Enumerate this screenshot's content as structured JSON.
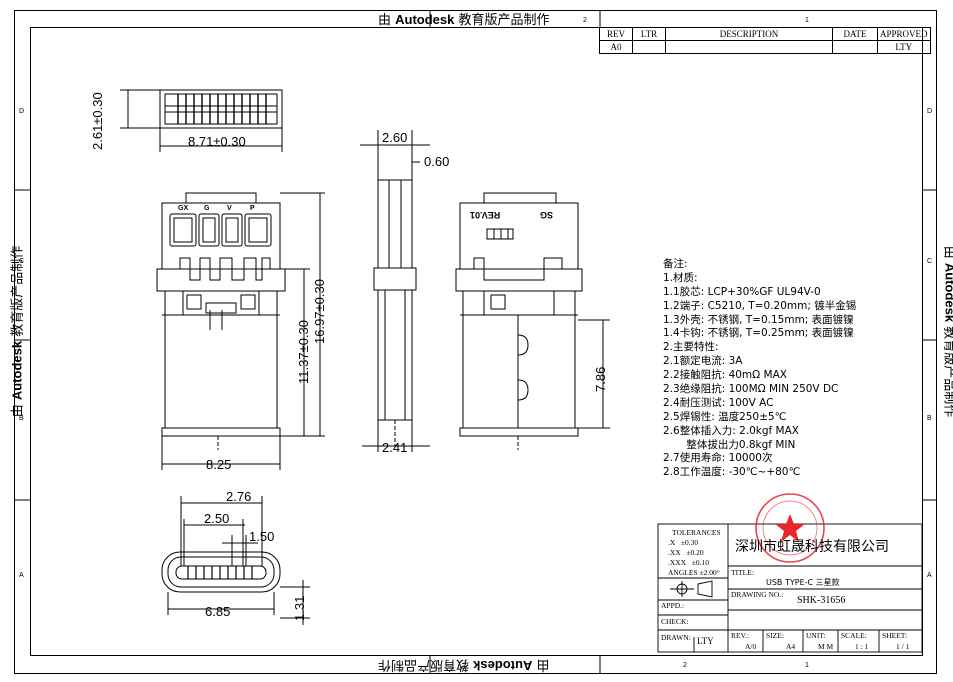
{
  "watermark": {
    "prefix": "由 ",
    "brand": "Autodesk",
    "suffix": " 教育版产品制作"
  },
  "zones": {
    "top": [
      "2",
      "1"
    ],
    "sides": [
      "D",
      "C",
      "B",
      "A"
    ]
  },
  "revision_table": {
    "headers": [
      "REV",
      "LTR",
      "DESCRIPTION",
      "DATE",
      "APPROVED"
    ],
    "row": [
      "A0",
      "",
      "",
      "",
      "LTY"
    ]
  },
  "dimensions": {
    "top_width": "8.71±0.30",
    "top_height": "2.61±0.30",
    "side_total": "2.60",
    "side_gap": "0.60",
    "side_bottom": "2.41",
    "front_overall": "16.97±0.30",
    "front_lower": "11.37±0.30",
    "front_width": "8.25",
    "back_height": "7.86",
    "end_w1": "2.76",
    "end_w2": "2.50",
    "end_w3": "1.50",
    "end_bottom": "6.85",
    "end_height": "1.31"
  },
  "part_labels": {
    "front_pins": [
      "GX",
      "G",
      "V",
      "P"
    ],
    "back_left": "REV.01",
    "back_right": "SG"
  },
  "notes": [
    "备注:",
    "1.材质:",
    "1.1胶芯: LCP+30%GF  UL94V-0",
    "1.2端子: C5210, T=0.20mm; 镀半金锡",
    "1.3外壳: 不锈钢, T=0.15mm; 表面镀镍",
    "1.4卡钩: 不锈钢, T=0.25mm; 表面镀镍",
    "2.主要特性:",
    "2.1额定电流: 3A",
    "2.2接触阻抗: 40mΩ MAX",
    "2.3绝缘阻抗: 100MΩ MIN 250V DC",
    "2.4耐压测试: 100V AC",
    "2.5焊锡性: 温度250±5℃",
    "2.6整体插入力: 2.0kgf MAX",
    "       整体拔出力0.8kgf MIN",
    "2.7使用寿命: 10000次",
    "2.8工作温度: -30℃~+80℃"
  ],
  "title_block": {
    "company": "深圳市虹晟科技有限公司",
    "tolerances_title": "TOLERANCES",
    "tolerances": [
      ".X   ±0.30",
      ".XX   ±0.20",
      ".XXX   ±0.10",
      "ANGLES ±2.00°"
    ],
    "title_label": "TITLE:",
    "title": "USB TYPE-C 三星款",
    "drawing_no_label": "DRAWING NO.:",
    "drawing_no": "SHK-31656",
    "appd_label": "APPD.:",
    "check_label": "CHECK:",
    "drawn_label": "DRAWN:",
    "drawn": "LTY",
    "rev_label": "REV.:",
    "rev": "A/0",
    "size_label": "SIZE:",
    "size": "A4",
    "unit_label": "UNIT:",
    "unit": "M M",
    "scale_label": "SCALE:",
    "scale": "1 : 1",
    "sheet_label": "SHEET:",
    "sheet": "1 / 1"
  },
  "colors": {
    "line": "#000000",
    "stamp": "#e8262b"
  }
}
